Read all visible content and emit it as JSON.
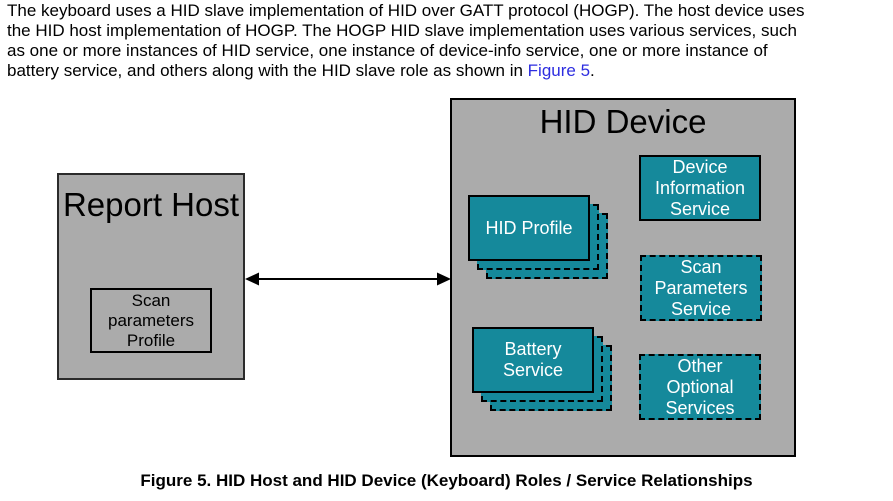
{
  "paragraph": {
    "lines": [
      "The keyboard uses a HID slave implementation of HID over GATT protocol (HOGP). The host device uses",
      "the HID host implementation of HOGP. The HOGP HID slave implementation uses various services, such",
      "as one or more instances of HID service, one instance of device-info service, one or more instance of"
    ],
    "line4_prefix": "battery service, and others along with the HID slave role as shown in ",
    "link_text": "Figure 5",
    "line4_suffix": "."
  },
  "diagram": {
    "report_host": {
      "title": "Report Host",
      "profile_box_label": "Scan\nparameters\nProfile"
    },
    "hid_device": {
      "title": "HID Device",
      "services": {
        "hid_profile": "HID Profile",
        "device_information": "Device\nInformation\nService",
        "scan_parameters": "Scan\nParameters\nService",
        "battery": "Battery\nService",
        "other_optional": "Other\nOptional\nServices"
      }
    },
    "colors": {
      "box_gray": "#ababab",
      "service_teal": "#15899b",
      "border_black": "#000000",
      "link_blue": "#2d2de0"
    }
  },
  "caption": "Figure 5. HID Host and HID Device (Keyboard) Roles / Service Relationships"
}
